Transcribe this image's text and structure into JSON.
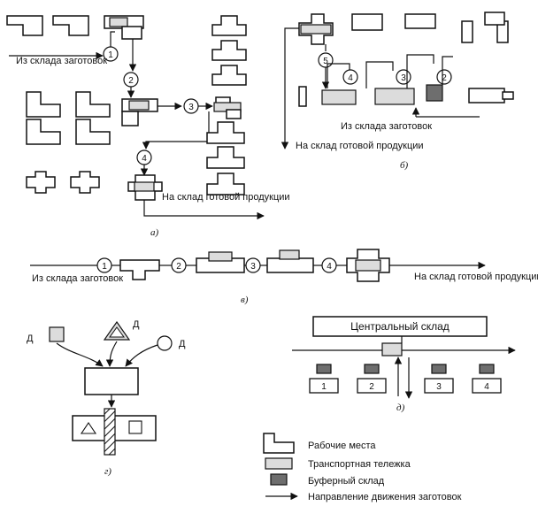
{
  "panel_a": {
    "from_storage": "Из склада заготовок",
    "to_finished": "На склад готовой продукции",
    "caption": "а)",
    "nodes": [
      "1",
      "2",
      "3",
      "4"
    ]
  },
  "panel_b": {
    "from_storage": "Из склада заготовок",
    "to_finished": "На склад готовой продукции",
    "caption": "б)",
    "nodes": [
      "5",
      "4",
      "3",
      "2"
    ]
  },
  "panel_v": {
    "from_storage": "Из склада заготовок",
    "to_finished": "На склад готовой продукции",
    "caption": "в)",
    "nodes": [
      "1",
      "2",
      "3",
      "4"
    ]
  },
  "panel_g": {
    "labels": [
      "Д",
      "Д",
      "Д"
    ],
    "caption": "г)"
  },
  "panel_d": {
    "central_storage": "Центральный склад",
    "stations": [
      "1",
      "2",
      "3",
      "4"
    ],
    "caption": "д)"
  },
  "legend": {
    "workplaces": "Рабочие места",
    "cart": "Транспортная тележка",
    "buffer": "Буферный склад",
    "direction": "Направление движения заготовок"
  },
  "colors": {
    "ink": "#111111",
    "cart_fill": "#dcdcdc",
    "buffer_fill": "#6e6e6e"
  }
}
